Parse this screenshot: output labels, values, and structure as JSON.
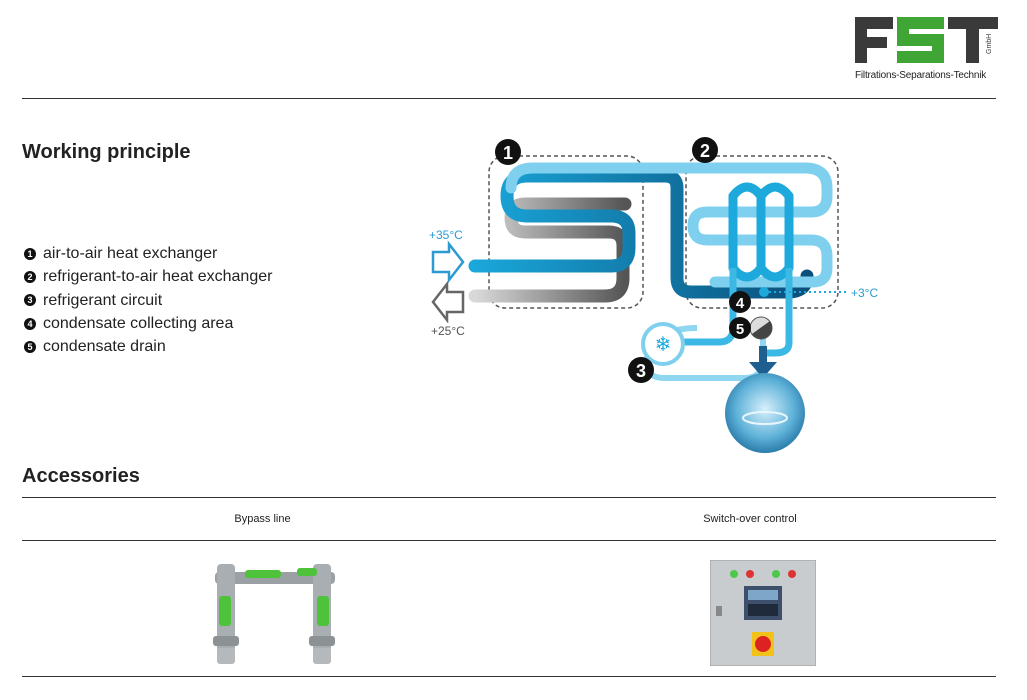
{
  "header": {
    "logo_text": "FST",
    "logo_gmbh": "GmbH",
    "tagline": "Filtrations-Separations-Technik"
  },
  "working_principle": {
    "title": "Working principle",
    "items": [
      {
        "num": "1",
        "text": "air-to-air heat exchanger"
      },
      {
        "num": "2",
        "text": "refrigerant-to-air heat exchanger"
      },
      {
        "num": "3",
        "text": "refrigerant circuit"
      },
      {
        "num": "4",
        "text": "condensate collecting area"
      },
      {
        "num": "5",
        "text": "condensate drain"
      }
    ]
  },
  "diagram": {
    "label_in": "+35°C",
    "label_out": "+25°C",
    "label_cold": "+3°C",
    "markers": [
      "1",
      "2",
      "3",
      "4",
      "5"
    ]
  },
  "accessories": {
    "title": "Accessories",
    "columns": [
      {
        "label": "Bypass line"
      },
      {
        "label": "Switch-over control"
      }
    ]
  },
  "colors": {
    "logo_green": "#3fa535",
    "logo_dark": "#3a3a3a",
    "pipe_light": "#6cc9ec",
    "pipe_dark": "#0a5f8c",
    "marker": "#111111"
  }
}
